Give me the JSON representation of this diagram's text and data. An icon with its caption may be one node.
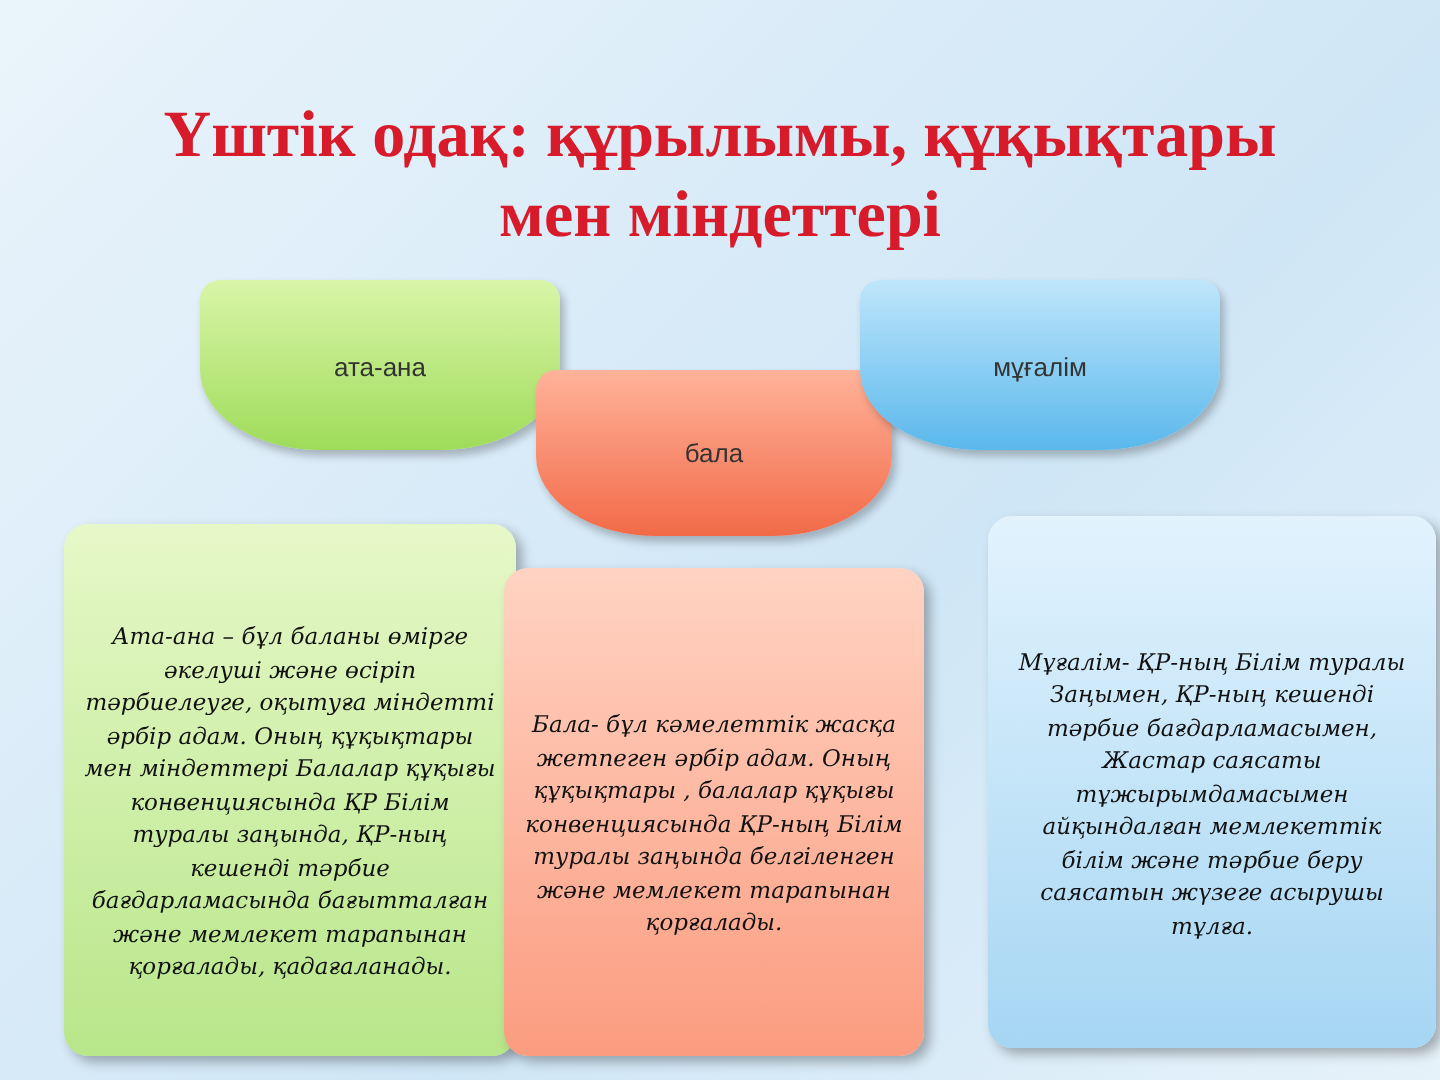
{
  "diagram": {
    "title": "Үштік одақ: құрылымы, құқықтары мен міндеттері",
    "nodes": [
      {
        "text": [
          "ата-ана"
        ]
      },
      {
        "text": [
          "бала"
        ]
      },
      {
        "text": [
          "мұғалім"
        ]
      },
      {
        "text": [
          "Ата-ана – бұл баланы өмірге әкелуші және өсіріп тәрбиелеуге, оқытуға міндетті әрбір адам. Оның құқықтары мен міндеттері Балалар құқығы конвенциясында ҚР Білім туралы заңында, ҚР-ның кешенді тәрбие бағдарламасында бағытталған және мемлекет тарапынан қорғалады, қадағаланады."
        ]
      },
      {
        "text": [
          "Бала- бұл кәмелеттік жасқа жетпеген әрбір адам. Оның құқықтары , балалар құқығы конвенциясында ҚР-ның Білім туралы заңында белгіленген және мемлекет тарапынан қорғалады."
        ]
      },
      {
        "text": [
          "Мұғалім- ҚР-ның Білім туралы Заңымен, ҚР-ның кешенді тәрбие бағдарламасымен, Жастар саясаты тұжырымдамасымен айқындалған мемлекеттік білім және тәрбие беру саясатын жүзеге асырушы тұлға."
        ]
      }
    ]
  }
}
